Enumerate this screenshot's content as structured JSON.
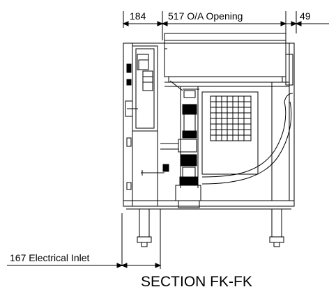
{
  "dimensions": {
    "left_offset": "184",
    "opening": "517 O/A Opening",
    "right_offset": "49",
    "electrical_inlet": "167 Electrical Inlet"
  },
  "title": "SECTION FK-FK"
}
